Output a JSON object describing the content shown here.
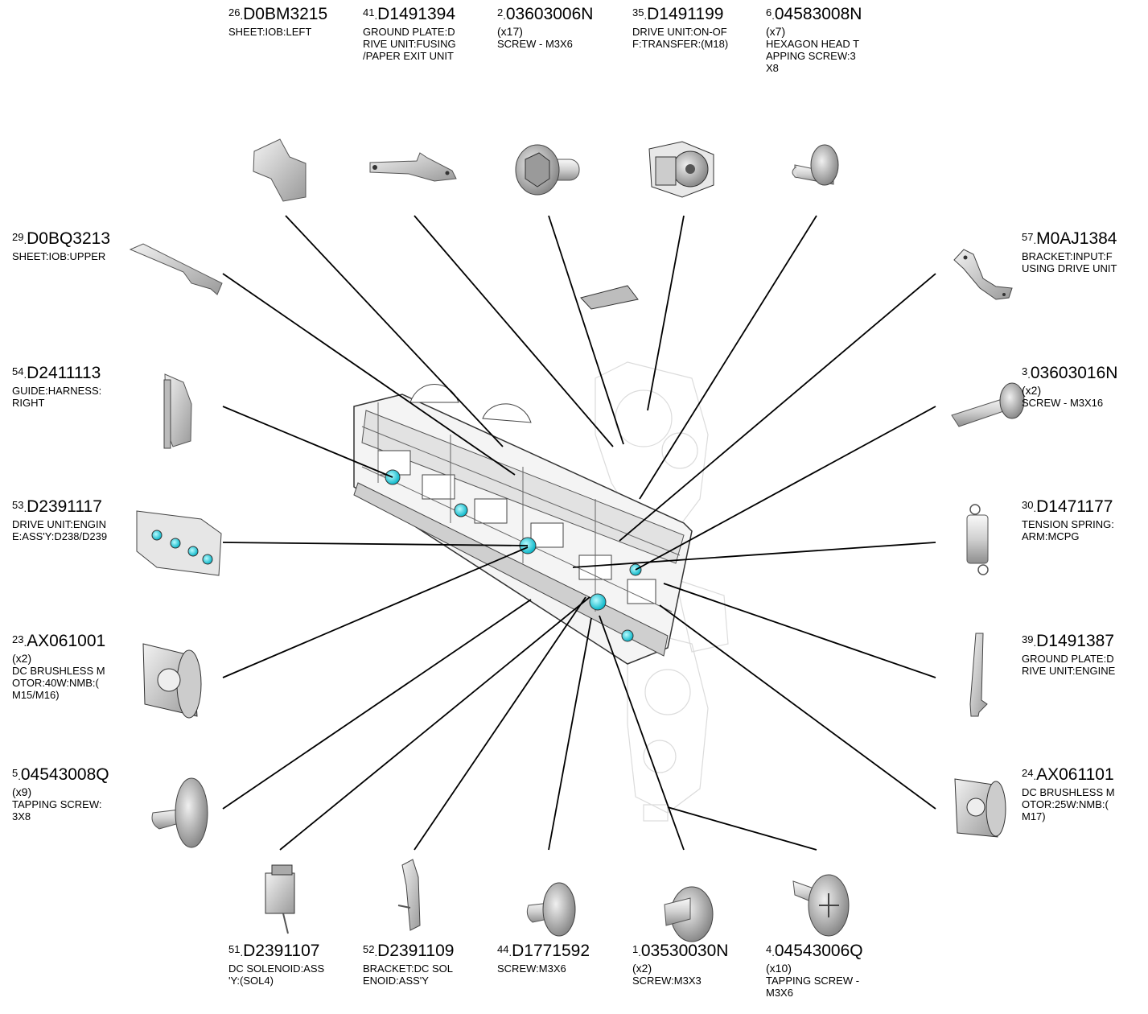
{
  "parts": [
    {
      "id": "p26",
      "idx": "26",
      "num": "D0BM3215",
      "lines": [
        "SHEET:IOB:LEFT"
      ]
    },
    {
      "id": "p41",
      "idx": "41",
      "num": "D1491394",
      "lines": [
        "GROUND PLATE:D",
        "RIVE UNIT:FUSING",
        "/PAPER EXIT UNIT"
      ]
    },
    {
      "id": "p2",
      "idx": "2",
      "num": "03603006N",
      "qty": "(x17)",
      "lines": [
        "SCREW - M3X6"
      ]
    },
    {
      "id": "p35",
      "idx": "35",
      "num": "D1491199",
      "lines": [
        "DRIVE UNIT:ON-OF",
        "F:TRANSFER:(M18)"
      ]
    },
    {
      "id": "p6",
      "idx": "6",
      "num": "04583008N",
      "qty": "(x7)",
      "lines": [
        "HEXAGON HEAD T",
        "APPING SCREW:3",
        "X8"
      ]
    },
    {
      "id": "p29",
      "idx": "29",
      "num": "D0BQ3213",
      "lines": [
        "SHEET:IOB:UPPER"
      ]
    },
    {
      "id": "p57",
      "idx": "57",
      "num": "M0AJ1384",
      "lines": [
        "BRACKET:INPUT:F",
        "USING DRIVE UNIT"
      ]
    },
    {
      "id": "p54",
      "idx": "54",
      "num": "D2411113",
      "lines": [
        "GUIDE:HARNESS:",
        "RIGHT"
      ]
    },
    {
      "id": "p3",
      "idx": "3",
      "num": "03603016N",
      "qty": "(x2)",
      "lines": [
        "SCREW - M3X16"
      ]
    },
    {
      "id": "p53",
      "idx": "53",
      "num": "D2391117",
      "lines": [
        "DRIVE UNIT:ENGIN",
        "E:ASS'Y:D238/D239"
      ]
    },
    {
      "id": "p30",
      "idx": "30",
      "num": "D1471177",
      "lines": [
        "TENSION SPRING:",
        "ARM:MCPG"
      ]
    },
    {
      "id": "p23",
      "idx": "23",
      "num": "AX061001",
      "qty": "(x2)",
      "lines": [
        "DC BRUSHLESS M",
        "OTOR:40W:NMB:(",
        "M15/M16)"
      ]
    },
    {
      "id": "p39",
      "idx": "39",
      "num": "D1491387",
      "lines": [
        "GROUND PLATE:D",
        "RIVE UNIT:ENGINE"
      ]
    },
    {
      "id": "p5",
      "idx": "5",
      "num": "04543008Q",
      "qty": "(x9)",
      "lines": [
        "TAPPING SCREW:",
        "3X8"
      ]
    },
    {
      "id": "p24",
      "idx": "24",
      "num": "AX061101",
      "lines": [
        "DC BRUSHLESS M",
        "OTOR:25W:NMB:(",
        "M17)"
      ]
    },
    {
      "id": "p51",
      "idx": "51",
      "num": "D2391107",
      "lines": [
        "DC SOLENOID:ASS",
        "'Y:(SOL4)"
      ]
    },
    {
      "id": "p52",
      "idx": "52",
      "num": "D2391109",
      "lines": [
        "BRACKET:DC SOL",
        "ENOID:ASS'Y"
      ]
    },
    {
      "id": "p44",
      "idx": "44",
      "num": "D1771592",
      "lines": [
        "SCREW:M3X6"
      ]
    },
    {
      "id": "p1",
      "idx": "1",
      "num": "03530030N",
      "qty": "(x2)",
      "lines": [
        "SCREW:M3X3"
      ]
    },
    {
      "id": "p4",
      "idx": "4",
      "num": "04543006Q",
      "qty": "(x10)",
      "lines": [
        "TAPPING SCREW -",
        " M3X6"
      ]
    }
  ]
}
